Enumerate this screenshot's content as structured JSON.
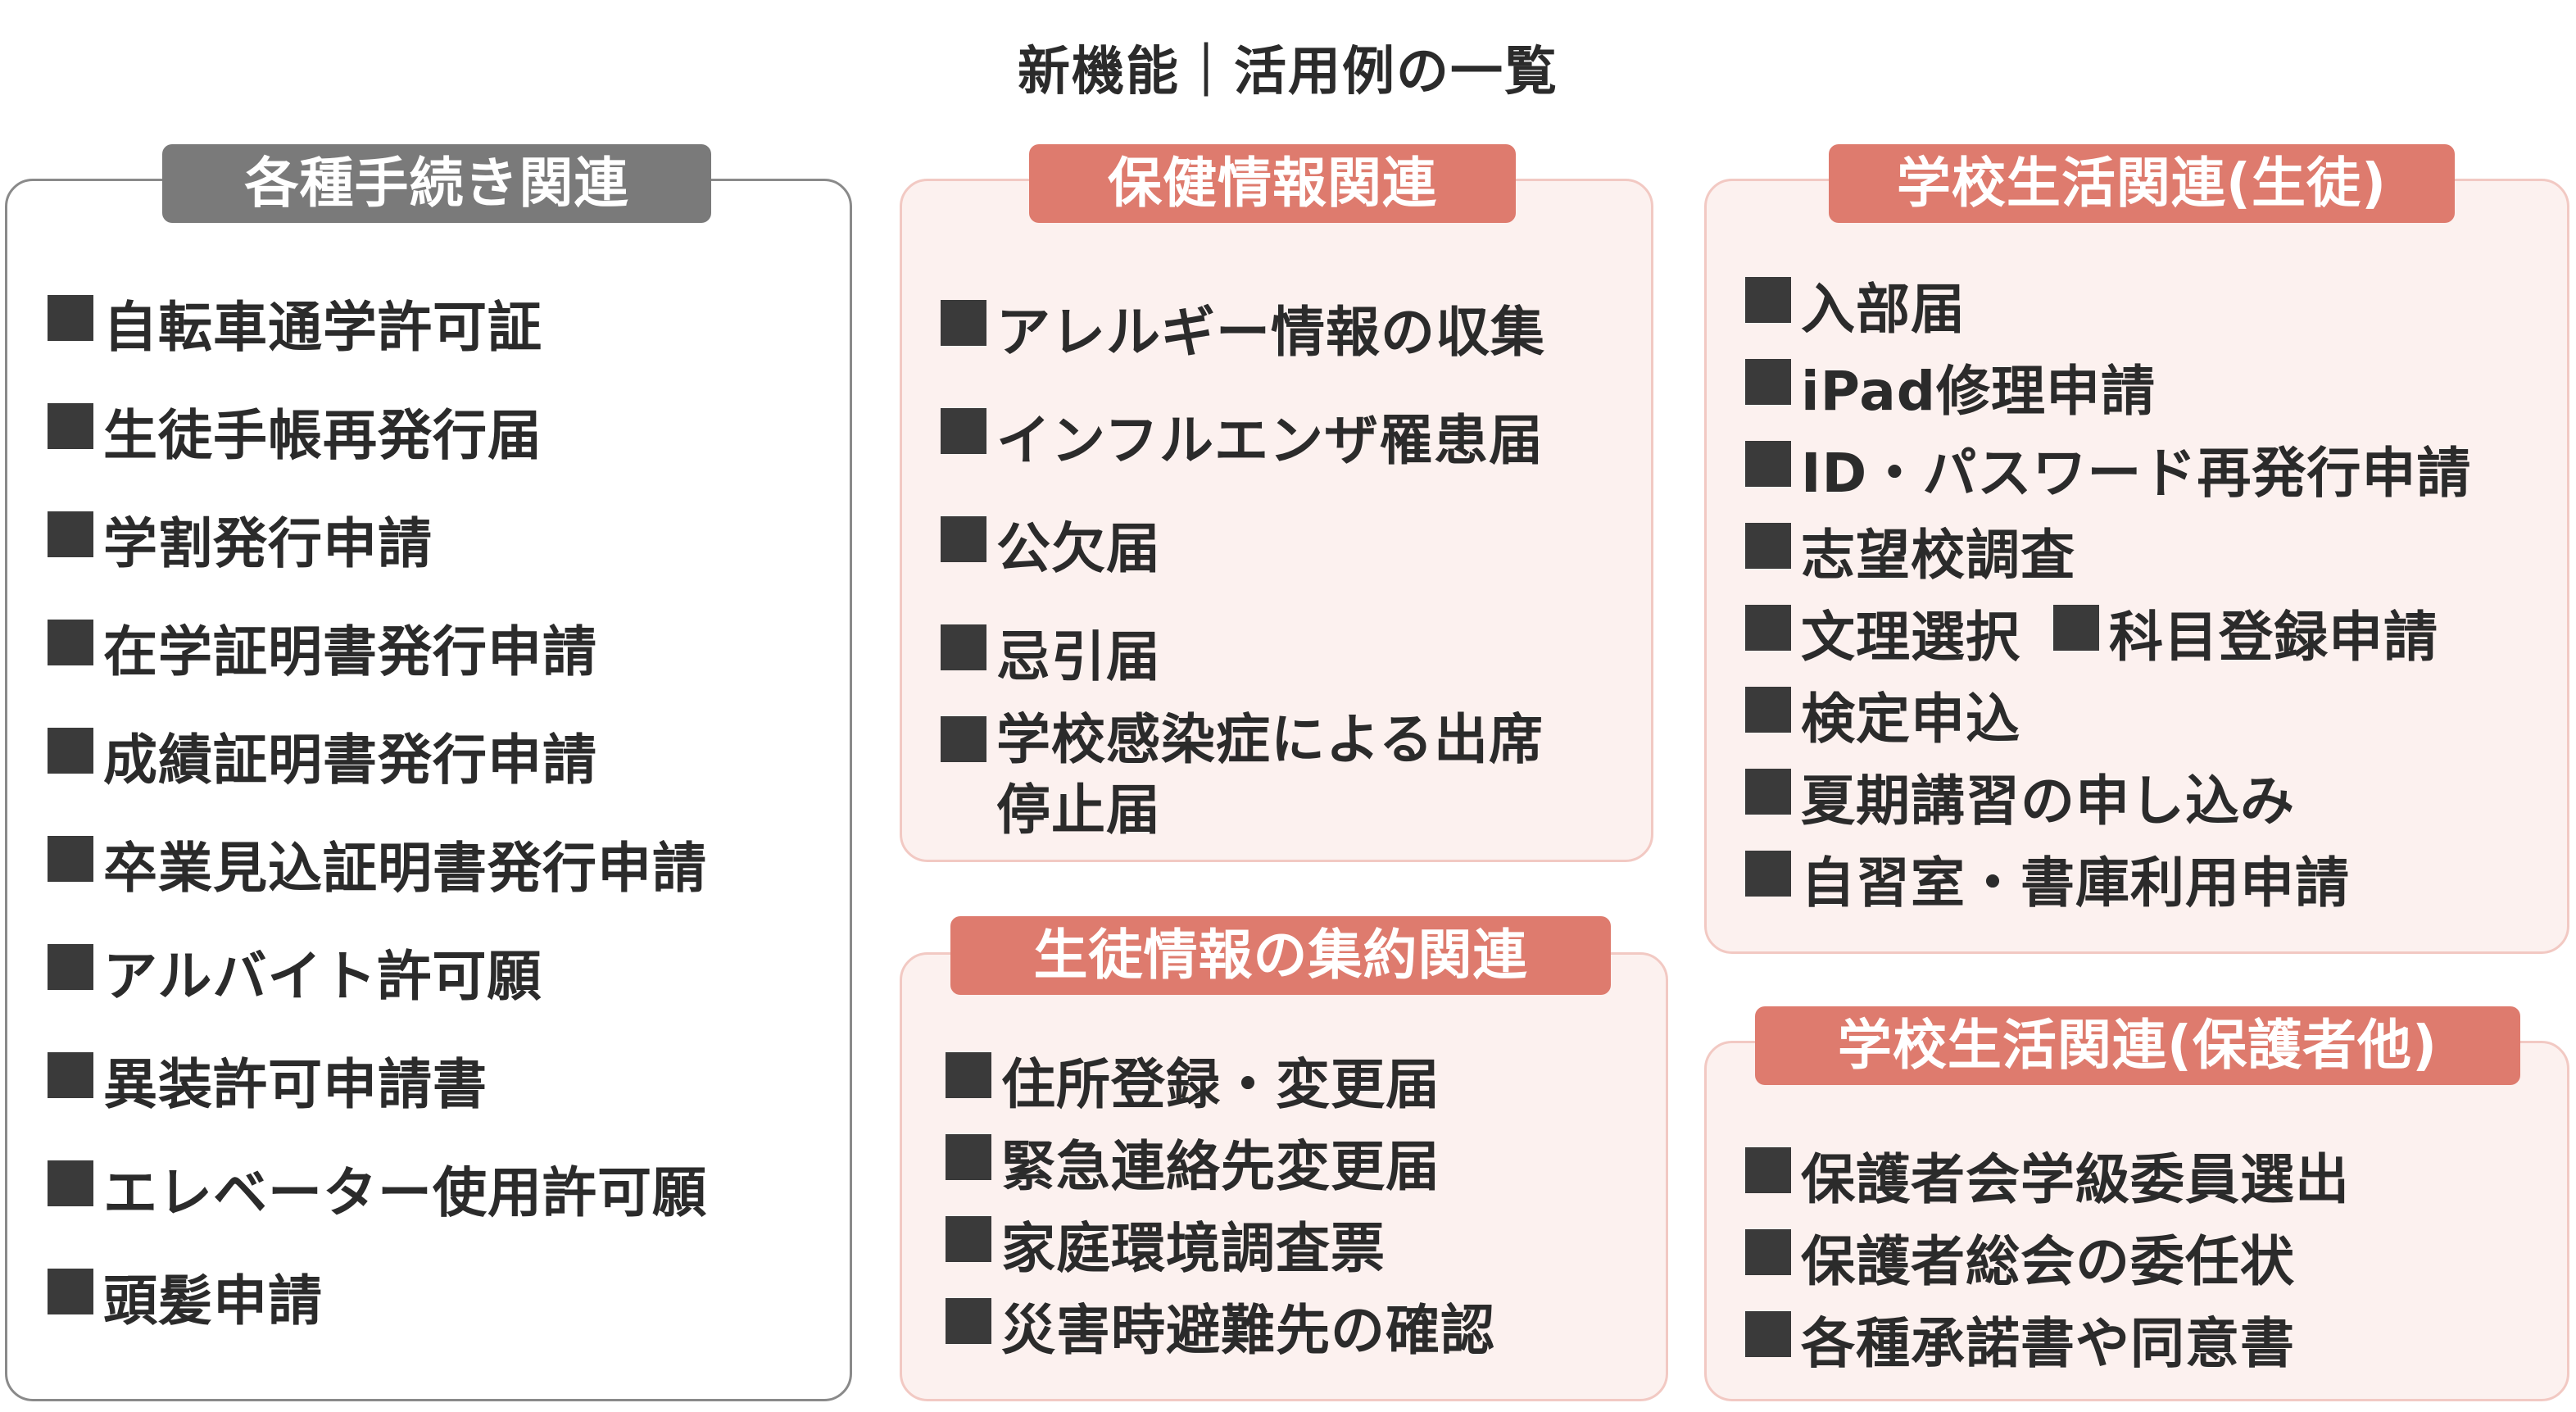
{
  "title": "新機能｜活用例の一覧",
  "groups": {
    "procedures": {
      "label": "各種手続き関連",
      "items": [
        "自転車通学許可証",
        "生徒手帳再発行届",
        "学割発行申請",
        "在学証明書発行申請",
        "成績証明書発行申請",
        "卒業見込証明書発行申請",
        "アルバイト許可願",
        "異装許可申請書",
        "エレベーター使用許可願",
        "頭髪申請"
      ]
    },
    "health": {
      "label": "保健情報関連",
      "items": [
        "アレルギー情報の収集",
        "インフルエンザ罹患届",
        "公欠届",
        "忌引届",
        "学校感染症による出席\n停止届"
      ]
    },
    "student_info": {
      "label": "生徒情報の集約関連",
      "items": [
        "住所登録・変更届",
        "緊急連絡先変更届",
        "家庭環境調査票",
        "災害時避難先の確認"
      ]
    },
    "school_life_students": {
      "label": "学校生活関連(生徒)",
      "items": [
        "入部届",
        "iPad修理申請",
        "ID・パスワード再発行申請",
        "志望校調査",
        "文理選択",
        "科目登録申請",
        "検定申込",
        "夏期講習の申し込み",
        "自習室・書庫利用申請"
      ]
    },
    "school_life_guardians": {
      "label": "学校生活関連(保護者他)",
      "items": [
        "保護者会学級委員選出",
        "保護者総会の委任状",
        "各種承諾書や同意書"
      ]
    }
  }
}
